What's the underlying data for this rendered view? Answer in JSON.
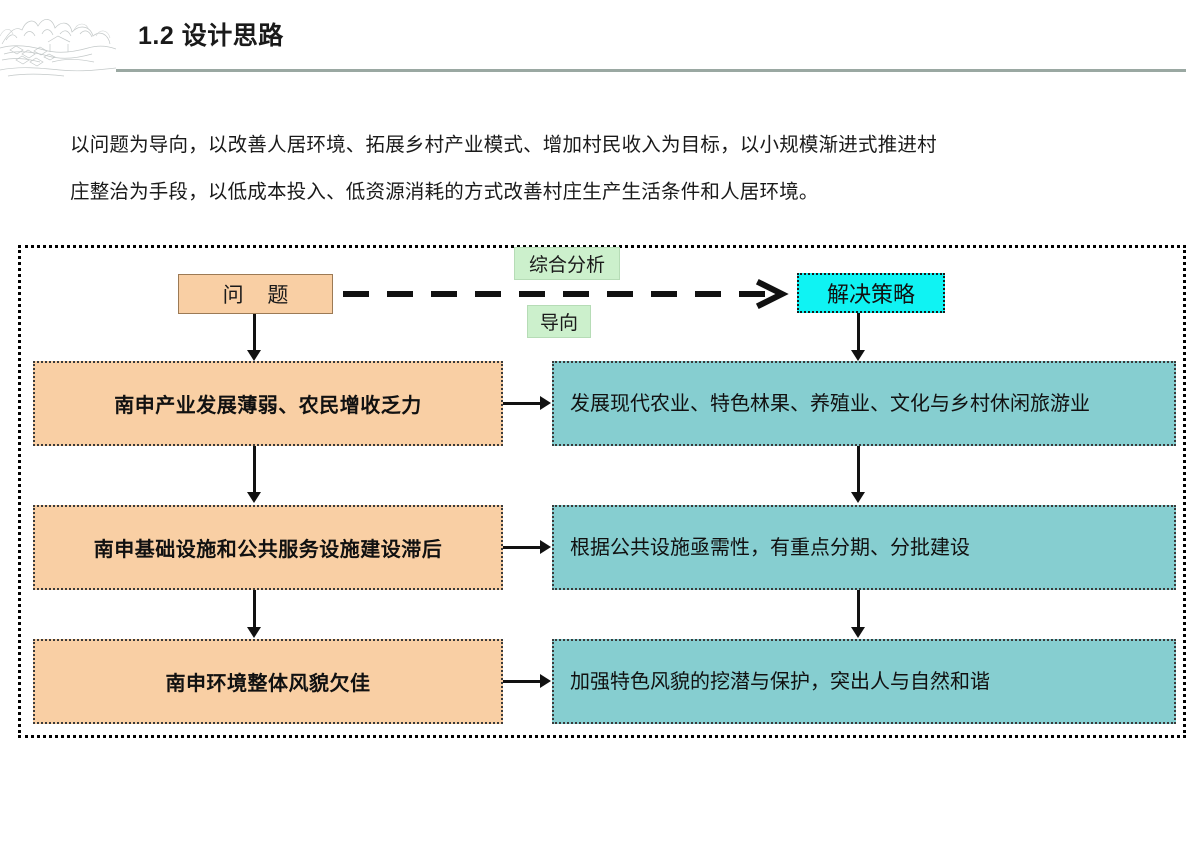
{
  "header": {
    "title": "1.2 设计思路",
    "decoration_icon": "ink-landscape-sketch"
  },
  "intro": {
    "line1": "以问题为导向，以改善人居环境、拓展乡村产业模式、增加村民收入为目标，以小规模渐进式推进村",
    "line2": "庄整治为手段，以低成本投入、低资源消耗的方式改善村庄生产生活条件和人居环境。"
  },
  "diagram": {
    "problem_header": "问  题",
    "strategy_header": "解决策略",
    "tags": {
      "analysis": "综合分析",
      "guide": "导向"
    },
    "problems": [
      "南申产业发展薄弱、农民增收乏力",
      "南申基础设施和公共服务设施建设滞后",
      "南申环境整体风貌欠佳"
    ],
    "strategies": [
      "发展现代农业、特色林果、养殖业、文化与乡村休闲旅游业",
      "根据公共设施亟需性，有重点分期、分批建设",
      "加强特色风貌的挖潜与保护，突出人与自然和谐"
    ]
  },
  "colors": {
    "problem_fill": "#f9cfa4",
    "strategy_fill": "#86ced0",
    "strategy_header_fill": "#0ff3f3",
    "tag_fill": "#ccf0cc",
    "rule": "#9aa8a2",
    "connector": "#111111"
  }
}
